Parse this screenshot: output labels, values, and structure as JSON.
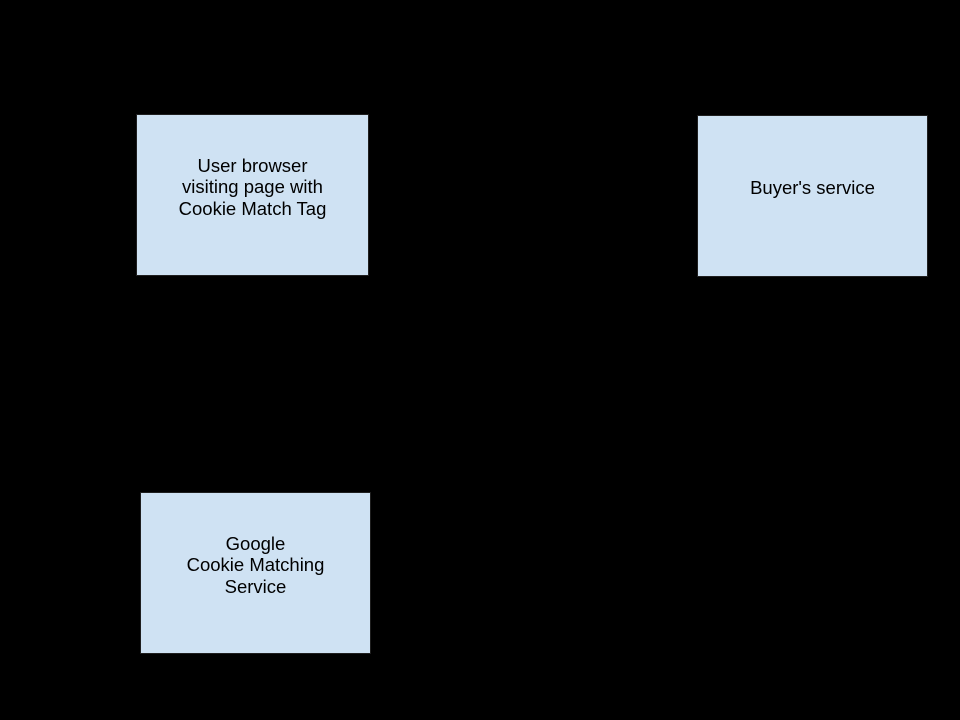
{
  "canvas": {
    "background": "#000000"
  },
  "colors": {
    "box_fill": "#cfe2f3",
    "box_border": "#1f1f1f",
    "box_text": "#000000"
  },
  "boxes": [
    {
      "id": "user-browser",
      "lines": [
        "User browser",
        "visiting page with",
        "Cookie Match Tag"
      ]
    },
    {
      "id": "buyers-service",
      "lines": [
        "Buyer's service"
      ]
    },
    {
      "id": "google-cookie-matching-service",
      "lines": [
        "Google",
        "Cookie Matching",
        "Service"
      ]
    }
  ]
}
